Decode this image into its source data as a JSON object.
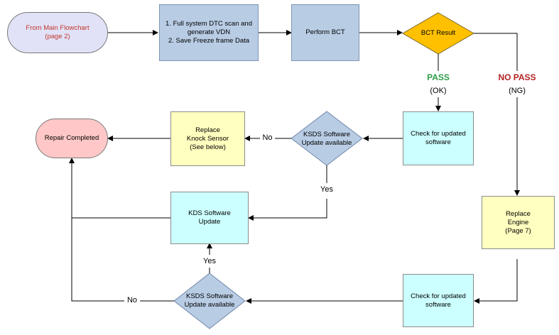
{
  "nodes": {
    "start": "From Main Flowchart\n(page 2)",
    "scan": "1. Full system DTC scan and\ngenerate VDN\n2. Save Freeze frame Data",
    "perform_bct": "Perform BCT",
    "bct_result": "BCT Result",
    "check_update_top": "Check for updated\nsoftware",
    "ksds_top": "KSDS Software\nUpdate available",
    "replace_knock": "Replace\nKnock Sensor\n(See below)",
    "repair_completed": "Repair Completed",
    "kds_update": "KDS Software\nUpdate",
    "replace_engine": "Replace\nEngine\n(Page 7)",
    "check_update_bottom": "Check for updated\nsoftware",
    "ksds_bottom": "KSDS Software\nUpdate available"
  },
  "labels": {
    "pass": "PASS",
    "pass_sub": "(OK)",
    "no_pass": "NO PASS",
    "no_pass_sub": "(NG)",
    "no_top": "No",
    "yes_top": "Yes",
    "yes_bottom": "Yes",
    "no_bottom": "No"
  },
  "colors": {
    "start_text": "#c0392b",
    "pass": "#2e9e48",
    "no_pass": "#b22222",
    "decision_bct": "#ffc000",
    "decision_ksds": "#b8cce4",
    "process_blue": "#b8cce4",
    "process_yellow": "#ffffbf",
    "process_cyan": "#ccffff",
    "terminal_start": "#e1e1f7",
    "terminal_end": "#ffc7c7"
  }
}
